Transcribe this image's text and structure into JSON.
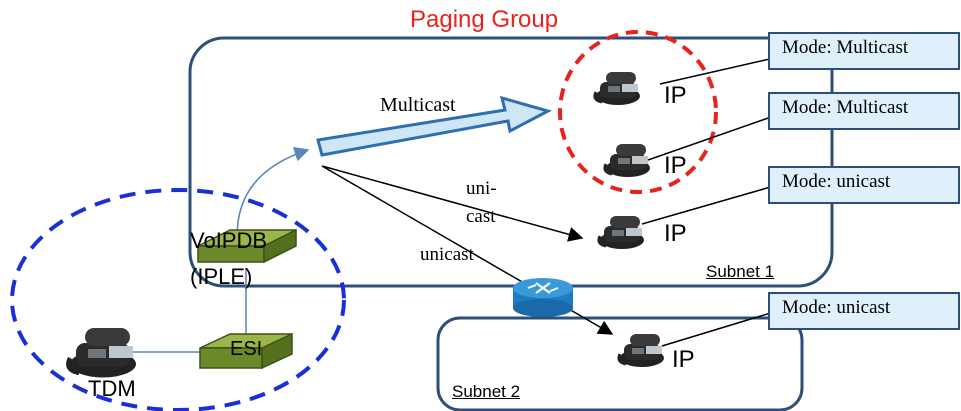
{
  "title": "Paging Group",
  "colors": {
    "accent_red": "#e8231f",
    "group_blue": "#1a2fd6",
    "subnet_border": "#2d4f79",
    "mode_fill": "#dff0fb",
    "device_green": "#6d8a2a"
  },
  "subnets": {
    "subnet1": "Subnet 1",
    "subnet2": "Subnet 2"
  },
  "arrows": {
    "multicast": "Multicast",
    "unicast_a": "uni-",
    "unicast_b": "cast",
    "unicast": "unicast"
  },
  "devices": {
    "voip_line1": "VoIPDB",
    "voip_line2": "(IPLE)",
    "esi": "ESI",
    "tdm": "TDM"
  },
  "phones": [
    {
      "label": "IP",
      "mode": "Mode: Multicast"
    },
    {
      "label": "IP",
      "mode": "Mode: Multicast"
    },
    {
      "label": "IP",
      "mode": "Mode: unicast"
    },
    {
      "label": "IP",
      "mode": "Mode: unicast"
    }
  ],
  "icons": [
    "ip-phone-icon",
    "router-icon",
    "voip-device-icon",
    "esi-device-icon",
    "tdm-phone-icon"
  ]
}
